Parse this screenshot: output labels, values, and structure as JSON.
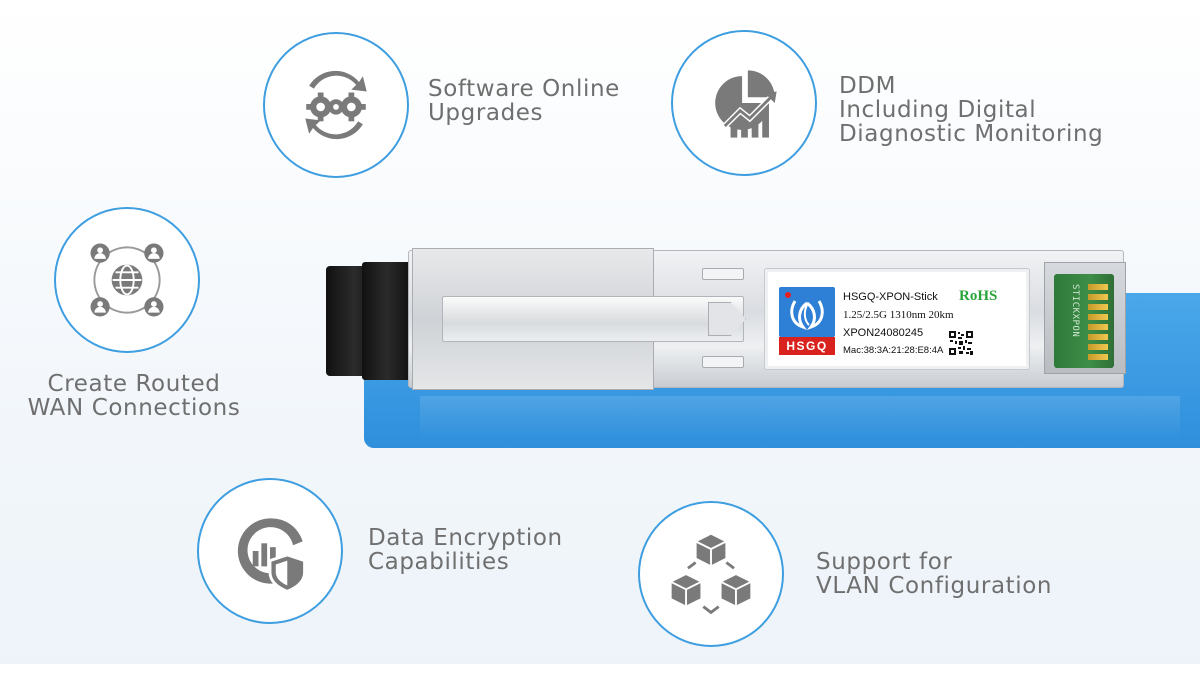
{
  "features": [
    {
      "id": "software",
      "icon": "gears-sync-icon",
      "lines": [
        "Software Online",
        "Upgrades"
      ]
    },
    {
      "id": "ddm",
      "icon": "pie-chart-growth-icon",
      "lines": [
        "DDM",
        "Including Digital",
        "Diagnostic Monitoring"
      ]
    },
    {
      "id": "wan",
      "icon": "globe-network-icon",
      "lines": [
        "Create Routed",
        "WAN Connections"
      ]
    },
    {
      "id": "encryption",
      "icon": "shield-analytics-icon",
      "lines": [
        "Data Encryption",
        "Capabilities"
      ]
    },
    {
      "id": "vlan",
      "icon": "cubes-network-icon",
      "lines": [
        "Support for",
        "VLAN Configuration"
      ]
    }
  ],
  "product_label": {
    "model": "HSGQ-XPON-Stick",
    "spec": "1.25/2.5G 1310nm 20km",
    "serial": "XPON24080245",
    "mac": "Mac:38:3A:21:28:E8:4A",
    "rohs": "RoHS",
    "logo_text": "HSGQ",
    "pcb_text": "STICKXPON"
  },
  "colors": {
    "accent_blue": "#3e9ee0",
    "stripe_blue": "#2f8fdc",
    "icon_gray": "#7a7a7a",
    "text_gray": "#6f6f6f",
    "rohs_green": "#2aa43a",
    "logo_red": "#d9211d",
    "logo_blue": "#2e7fd6"
  }
}
